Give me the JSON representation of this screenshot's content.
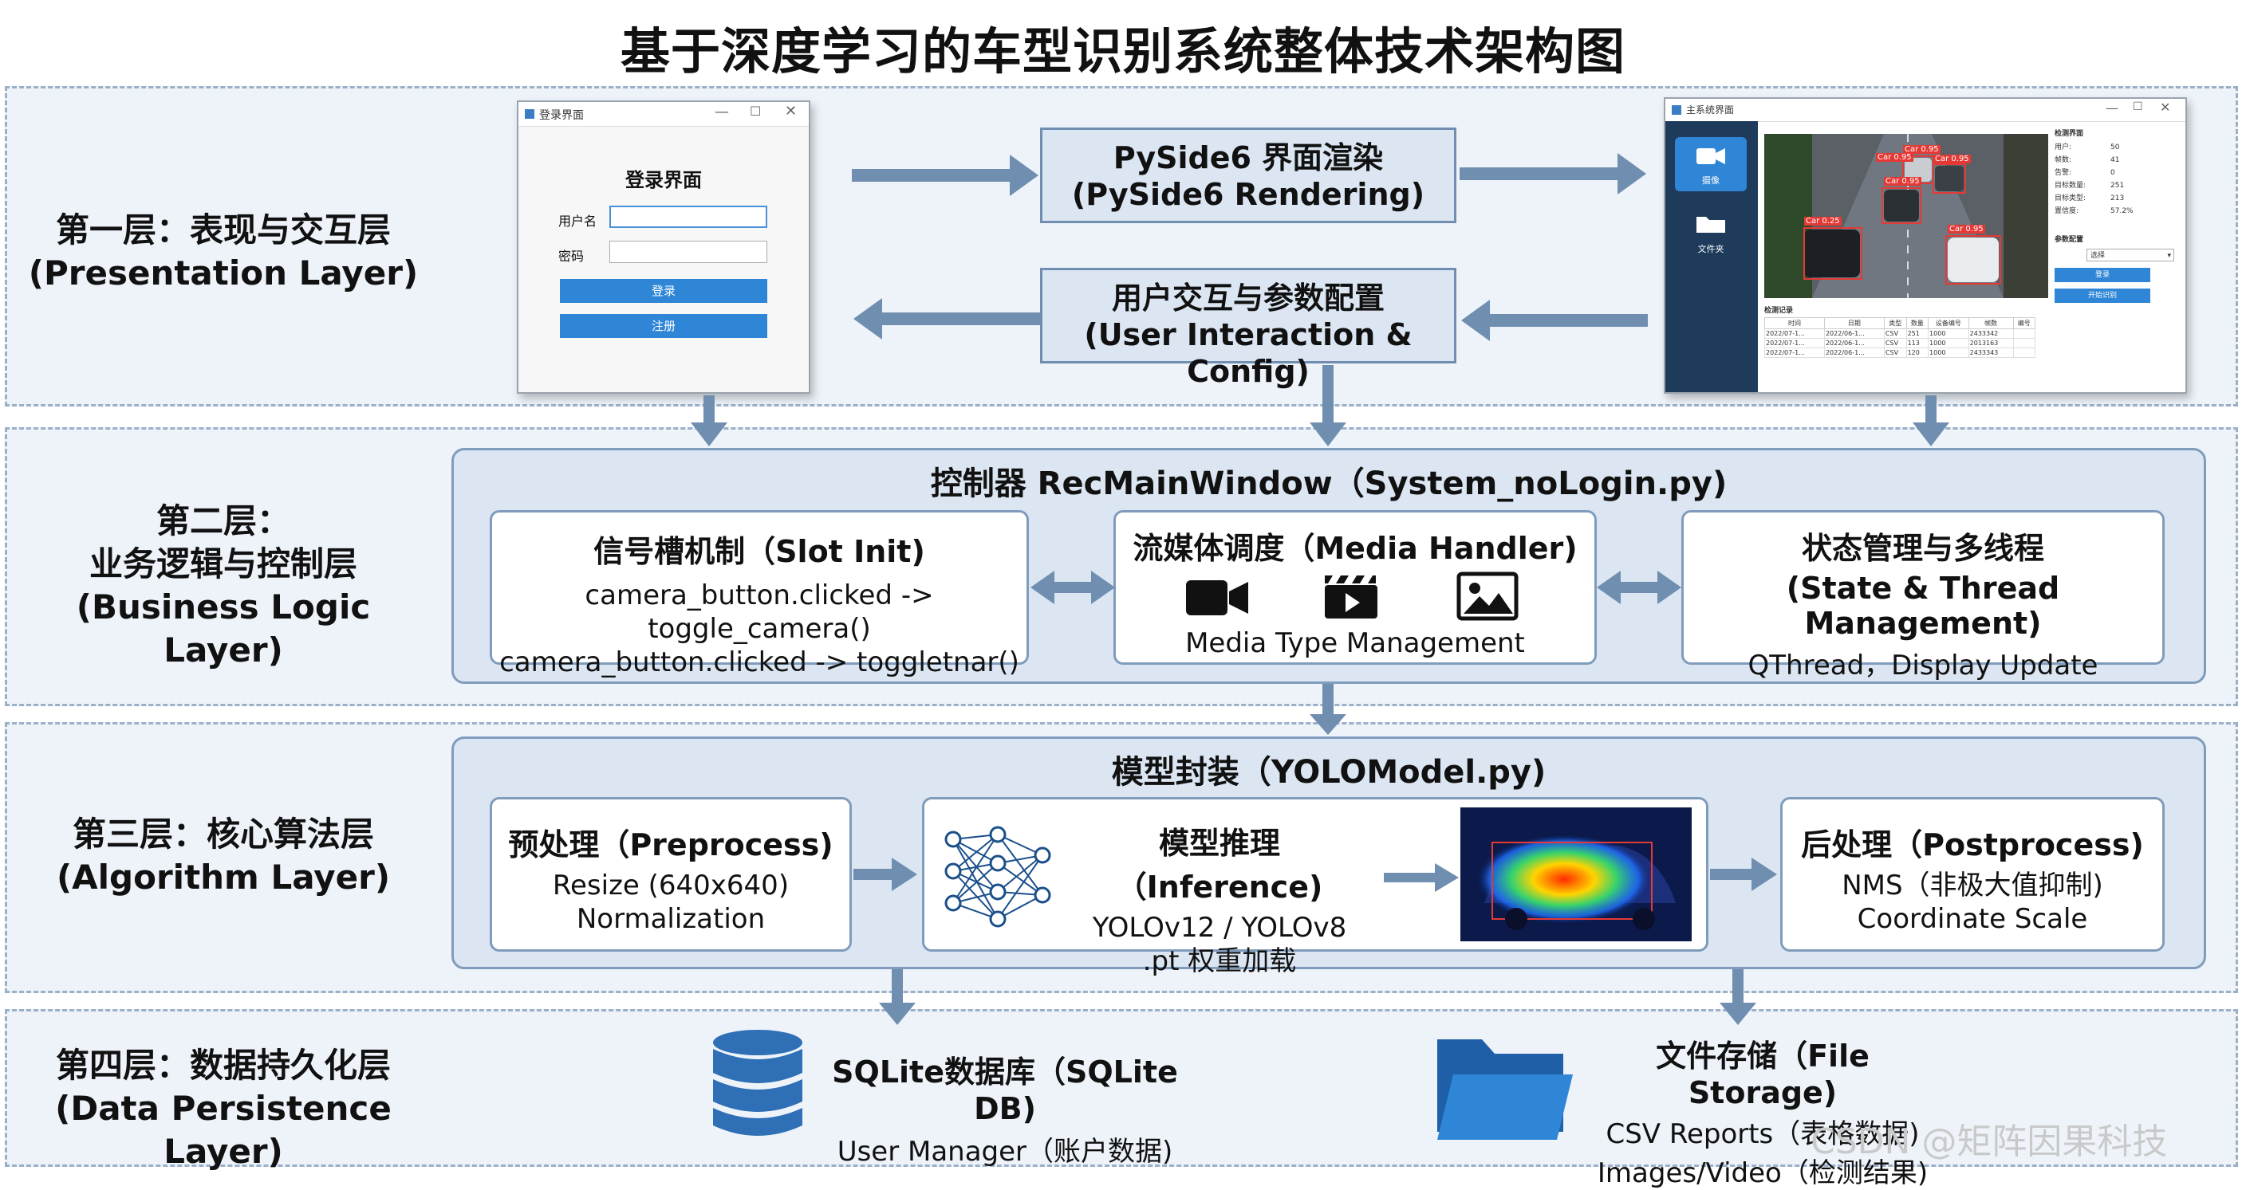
{
  "title": "基于深度学习的车型识别系统整体技术架构图",
  "layers": {
    "l1": {
      "cn": "第一层：表现与交互层",
      "en": "(Presentation Layer)"
    },
    "l2": {
      "cn1": "第二层：",
      "cn2": "业务逻辑与控制层",
      "en": "(Business Logic Layer)"
    },
    "l3": {
      "cn": "第三层：核心算法层",
      "en": "(Algorithm Layer)"
    },
    "l4": {
      "cn": "第四层：数据持久化层",
      "en": "(Data Persistence Layer)"
    }
  },
  "presentation": {
    "login_window": {
      "title": "登录界面",
      "heading": "登录界面",
      "username_label": "用户名",
      "password_label": "密码",
      "login_button": "登录",
      "register_button": "注册"
    },
    "render_box": {
      "cn": "PySide6 界面渲染",
      "en": "(PySide6 Rendering)"
    },
    "interact_box": {
      "cn": "用户交互与参数配置",
      "en": "(User Interaction & Config)"
    },
    "main_window": {
      "title": "主系统界面",
      "side_camera": "摄像",
      "side_folder": "文件夹",
      "detections": [
        "Car 0.95",
        "Car 0.95",
        "Car 0.95",
        "Car 0.95",
        "Car 0.25",
        "Car 0.95"
      ],
      "info_title": "检测界面",
      "info_rows": [
        {
          "k": "用户:",
          "v": "50"
        },
        {
          "k": "帧数:",
          "v": "41"
        },
        {
          "k": "告警:",
          "v": "0"
        },
        {
          "k": "目标数量:",
          "v": "251"
        },
        {
          "k": "目标类型:",
          "v": "213"
        },
        {
          "k": "置信度:",
          "v": "57.2%"
        }
      ],
      "config_title": "参数配置",
      "config_select": "选择",
      "login_btn": "登录",
      "start_btn": "开始识别",
      "table_title": "检测记录",
      "table_headers": [
        "时间",
        "日期",
        "类型",
        "数量",
        "设备编号",
        "帧数",
        "编号"
      ],
      "table_rows": [
        [
          "2022/07-1...",
          "2022/06-1...",
          "CSV",
          "251",
          "1000",
          "2433342"
        ],
        [
          "2022/07-1...",
          "2022/06-1...",
          "CSV",
          "113",
          "1000",
          "2013163"
        ],
        [
          "2022/07-1...",
          "2022/06-1...",
          "CSV",
          "120",
          "1000",
          "2433343"
        ]
      ]
    }
  },
  "business": {
    "panel_title": "控制器 RecMainWindow（System_noLogin.py)",
    "slot": {
      "title": "信号槽机制（Slot Init)",
      "line1": "camera_button.clicked -> toggle_camera()",
      "line2": "camera_button.clicked -> toggletnar()"
    },
    "media": {
      "title": "流媒体调度（Media Handler)",
      "sub": "Media Type Management"
    },
    "state": {
      "title1": "状态管理与多线程",
      "title2": "(State & Thread Management)",
      "sub": "QThread，Display Update"
    }
  },
  "algorithm": {
    "panel_title": "模型封装（YOLOModel.py)",
    "pre": {
      "title": "预处理（Preprocess)",
      "line1": "Resize (640x640)",
      "line2": "Normalization"
    },
    "inf": {
      "title": "模型推理（Inference)",
      "line1": "YOLOv12 / YOLOv8",
      "line2": ".pt 权重加载"
    },
    "post": {
      "title": "后处理（Postprocess)",
      "line1": "NMS（非极大值抑制)",
      "line2": "Coordinate Scale"
    }
  },
  "persistence": {
    "db": {
      "title": "SQLite数据库（SQLite DB)",
      "sub": "User Manager（账户数据)"
    },
    "files": {
      "title": "文件存储（File Storage)",
      "line1": "CSV Reports（表格数据)",
      "line2": "Images/Video（检测结果)"
    }
  },
  "watermark": "CSDN @矩阵因果科技",
  "colors": {
    "panel": "#dbe6f2",
    "border": "#7f9cbc",
    "arrow": "#6f8eb0",
    "accent_blue": "#2f86d6",
    "folder_blue": "#2f6fb5"
  }
}
